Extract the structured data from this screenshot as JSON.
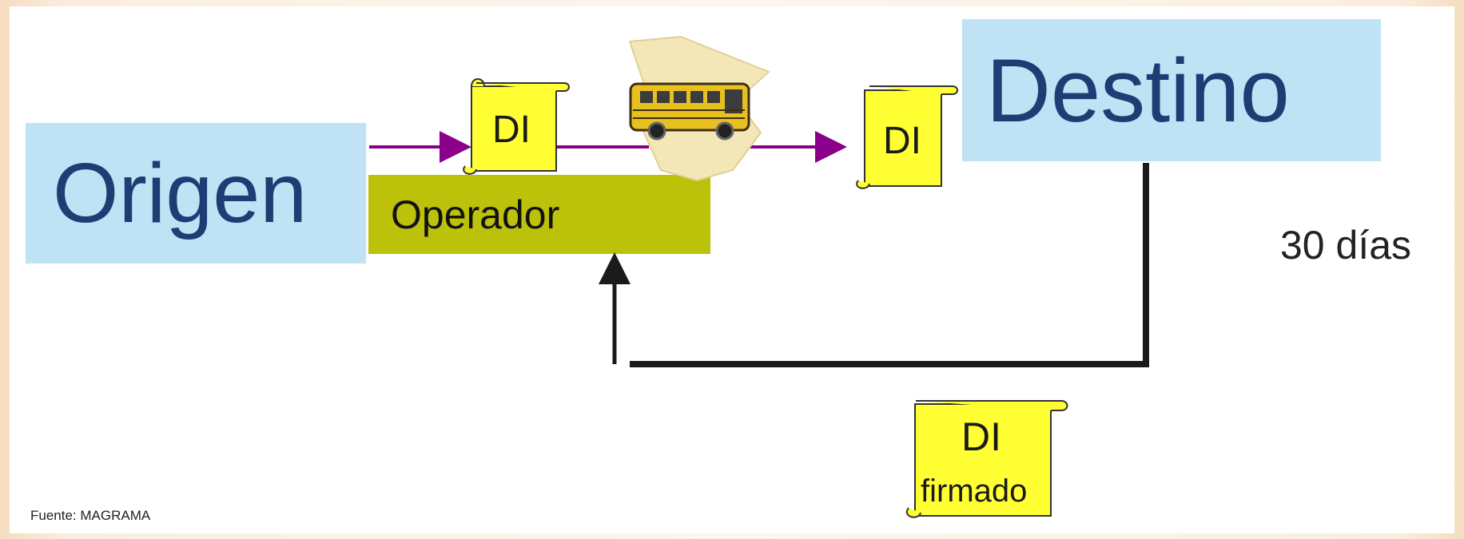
{
  "nodes": {
    "origen": "Origen",
    "destino": "Destino",
    "operador": "Operador"
  },
  "documents": {
    "di_origin": "DI",
    "di_destination": "DI",
    "di_signed_title": "DI",
    "di_signed_sub": "firmado"
  },
  "return_period": "30 días",
  "source": "Fuente: MAGRAMA",
  "colors": {
    "node_fill": "#bfe2f5",
    "node_text": "#1d3d74",
    "operator_fill": "#bcc10a",
    "document_fill": "#ffff33",
    "flow_arrow": "#8a008a",
    "return_line": "#1a1a1a"
  },
  "icons": [
    "bus-icon",
    "document-scroll-icon"
  ]
}
